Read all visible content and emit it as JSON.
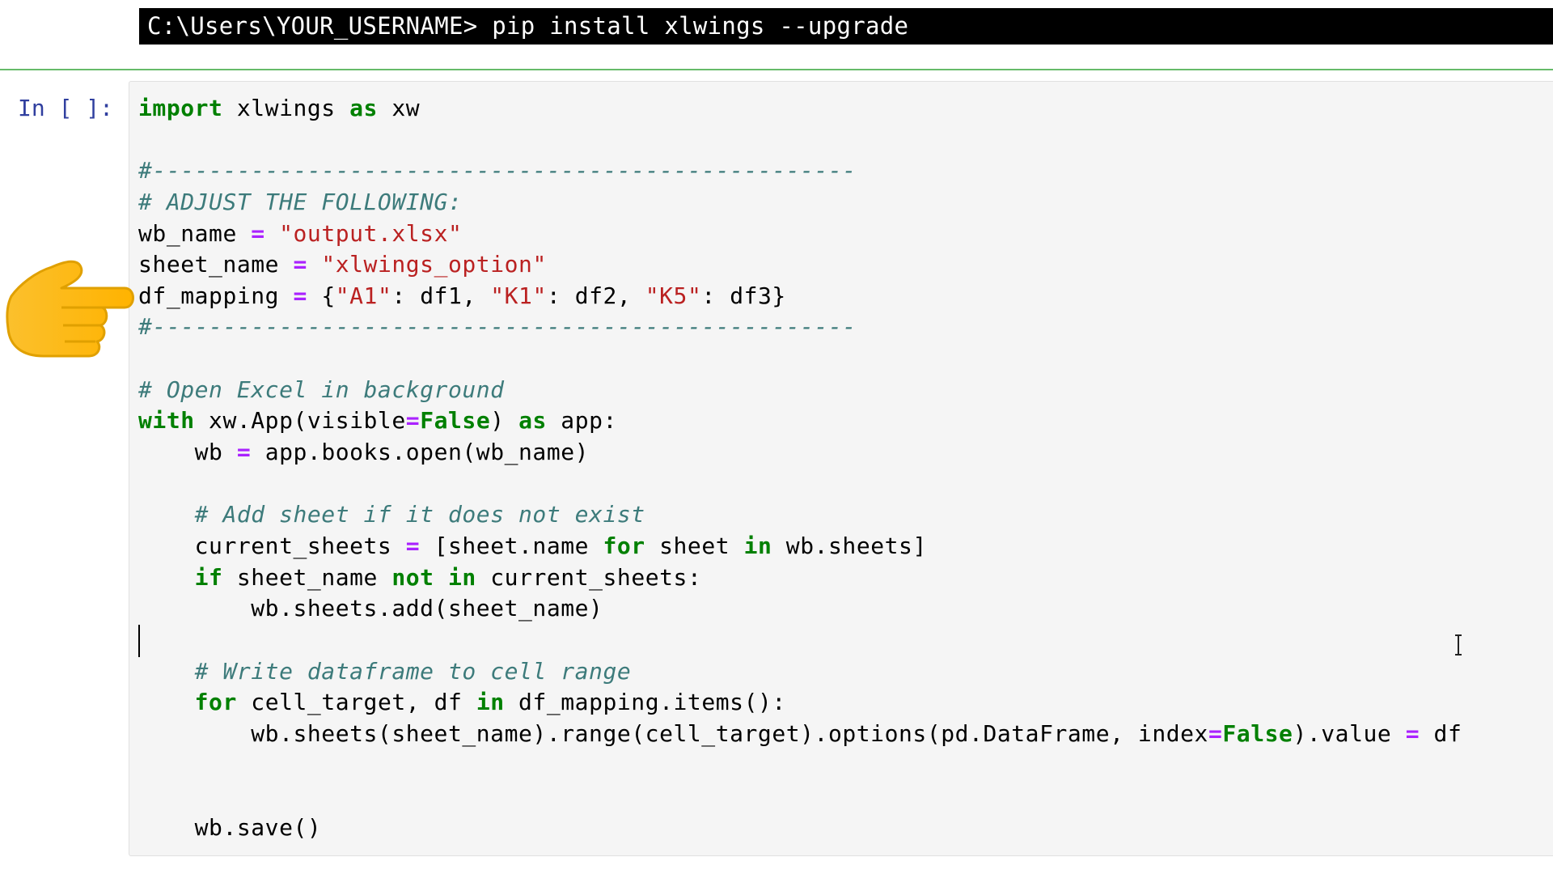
{
  "terminal": {
    "command": "C:\\Users\\YOUR_USERNAME> pip install xlwings --upgrade"
  },
  "cell": {
    "prompt": "In [ ]:",
    "lines": [
      [
        {
          "t": "import",
          "c": "kw"
        },
        {
          "t": " xlwings "
        },
        {
          "t": "as",
          "c": "kw"
        },
        {
          "t": " xw"
        }
      ],
      [],
      [
        {
          "t": "#--------------------------------------------------",
          "c": "cm"
        }
      ],
      [
        {
          "t": "# ADJUST THE FOLLOWING:",
          "c": "cm"
        }
      ],
      [
        {
          "t": "wb_name "
        },
        {
          "t": "=",
          "c": "op"
        },
        {
          "t": " "
        },
        {
          "t": "\"output.xlsx\"",
          "c": "st"
        }
      ],
      [
        {
          "t": "sheet_name "
        },
        {
          "t": "=",
          "c": "op"
        },
        {
          "t": " "
        },
        {
          "t": "\"xlwings_option\"",
          "c": "st"
        }
      ],
      [
        {
          "t": "df_mapping "
        },
        {
          "t": "=",
          "c": "op"
        },
        {
          "t": " {"
        },
        {
          "t": "\"A1\"",
          "c": "st"
        },
        {
          "t": ": df1, "
        },
        {
          "t": "\"K1\"",
          "c": "st"
        },
        {
          "t": ": df2, "
        },
        {
          "t": "\"K5\"",
          "c": "st"
        },
        {
          "t": ": df3}"
        }
      ],
      [
        {
          "t": "#--------------------------------------------------",
          "c": "cm"
        }
      ],
      [],
      [
        {
          "t": "# Open Excel in background",
          "c": "cm"
        }
      ],
      [
        {
          "t": "with",
          "c": "kw"
        },
        {
          "t": " xw.App(visible"
        },
        {
          "t": "=",
          "c": "op"
        },
        {
          "t": "False",
          "c": "kw"
        },
        {
          "t": ") "
        },
        {
          "t": "as",
          "c": "kw"
        },
        {
          "t": " app:"
        }
      ],
      [
        {
          "t": "    wb "
        },
        {
          "t": "=",
          "c": "op"
        },
        {
          "t": " app.books.open(wb_name)"
        }
      ],
      [],
      [
        {
          "t": "    "
        },
        {
          "t": "# Add sheet if it does not exist",
          "c": "cm"
        }
      ],
      [
        {
          "t": "    current_sheets "
        },
        {
          "t": "=",
          "c": "op"
        },
        {
          "t": " [sheet.name "
        },
        {
          "t": "for",
          "c": "kw"
        },
        {
          "t": " sheet "
        },
        {
          "t": "in",
          "c": "kw"
        },
        {
          "t": " wb.sheets]"
        }
      ],
      [
        {
          "t": "    "
        },
        {
          "t": "if",
          "c": "kw"
        },
        {
          "t": " sheet_name "
        },
        {
          "t": "not",
          "c": "kw"
        },
        {
          "t": " "
        },
        {
          "t": "in",
          "c": "kw"
        },
        {
          "t": " current_sheets:"
        }
      ],
      [
        {
          "t": "        wb.sheets.add(sheet_name)"
        }
      ],
      [],
      [
        {
          "t": "    "
        },
        {
          "t": "# Write dataframe to cell range",
          "c": "cm"
        }
      ],
      [
        {
          "t": "    "
        },
        {
          "t": "for",
          "c": "kw"
        },
        {
          "t": " cell_target, df "
        },
        {
          "t": "in",
          "c": "kw"
        },
        {
          "t": " df_mapping.items():"
        }
      ],
      [
        {
          "t": "        wb.sheets(sheet_name).range(cell_target).options(pd.DataFrame, index"
        },
        {
          "t": "=",
          "c": "op"
        },
        {
          "t": "False",
          "c": "kw"
        },
        {
          "t": ").value "
        },
        {
          "t": "=",
          "c": "op"
        },
        {
          "t": " df"
        }
      ],
      [],
      [],
      [
        {
          "t": "    wb.save()"
        }
      ]
    ]
  },
  "annotations": {
    "pointer_emoji": "backhand-index-pointing-right",
    "pointer_target_line": 7
  },
  "colors": {
    "keyword": "#008000",
    "comment": "#3d7b7b",
    "string": "#ba2121",
    "operator": "#aa22ff",
    "prompt": "#303f9f",
    "cell_background": "#f5f5f5",
    "divider": "#66bb6a"
  }
}
